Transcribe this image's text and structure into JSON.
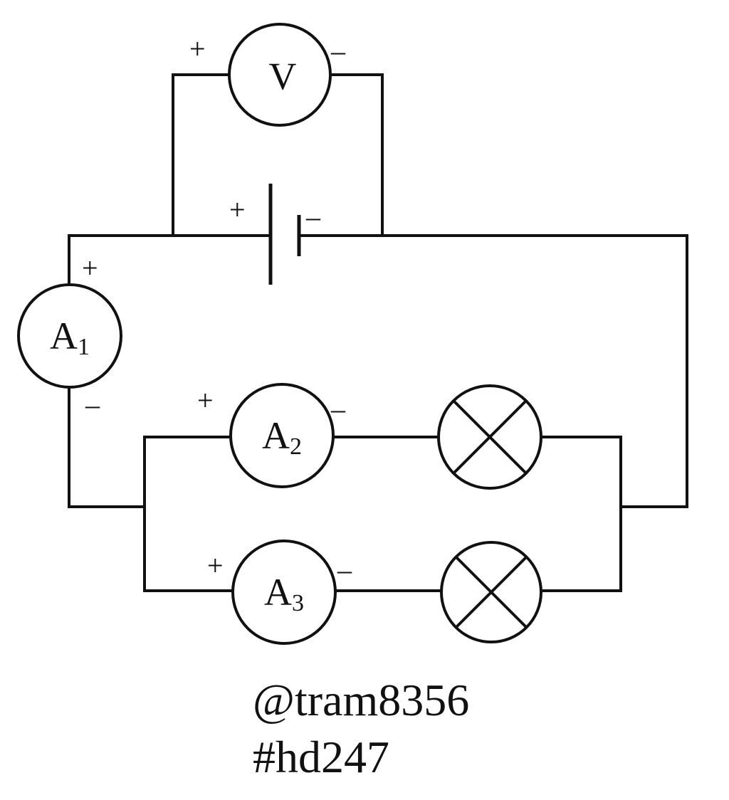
{
  "diagram": {
    "meters": {
      "voltmeter": {
        "letter": "V",
        "sub": "",
        "plus": "+",
        "minus": "–"
      },
      "ammeter_1": {
        "letter": "A",
        "sub": "1",
        "plus": "+",
        "minus": "–"
      },
      "ammeter_2": {
        "letter": "A",
        "sub": "2",
        "plus": "+",
        "minus": "–"
      },
      "ammeter_3": {
        "letter": "A",
        "sub": "3",
        "plus": "+",
        "minus": "–"
      }
    },
    "battery": {
      "plus": "+",
      "minus": "–"
    },
    "lamps": {
      "count": 2
    }
  },
  "watermark": {
    "line1": "@tram8356",
    "line2": "#hd247"
  }
}
